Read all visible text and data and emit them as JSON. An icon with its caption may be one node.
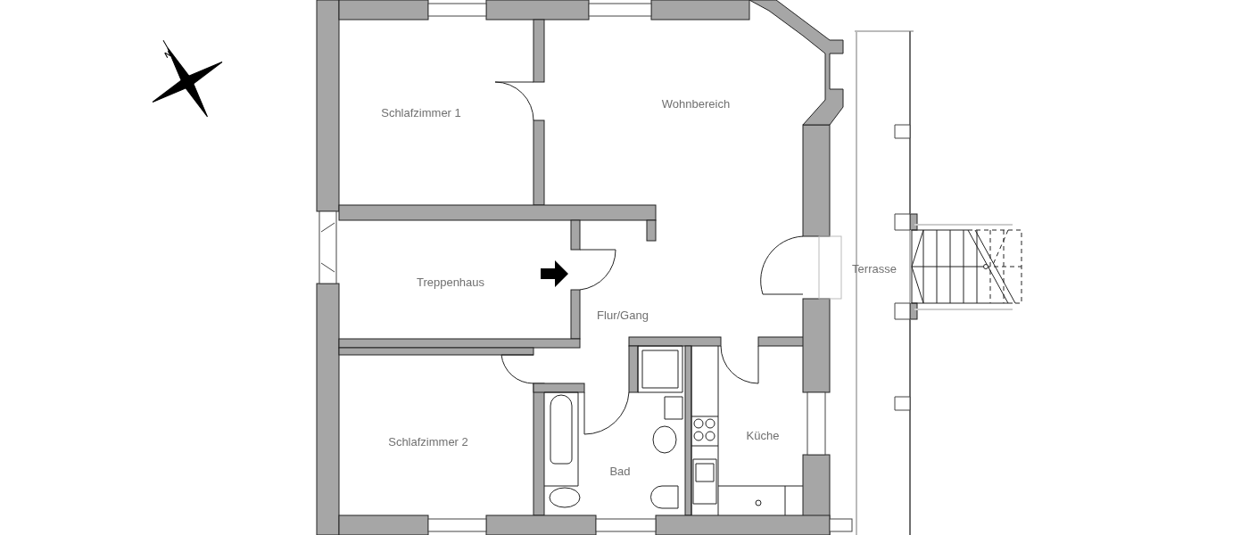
{
  "diagram": {
    "labels": [
      "N",
      "Schlafzimmer 1",
      "Wohnbereich",
      "Treppenhaus",
      "Terrasse",
      "Flur/Gang",
      "Küche",
      "Schlafzimmer 2",
      "Bad"
    ]
  }
}
